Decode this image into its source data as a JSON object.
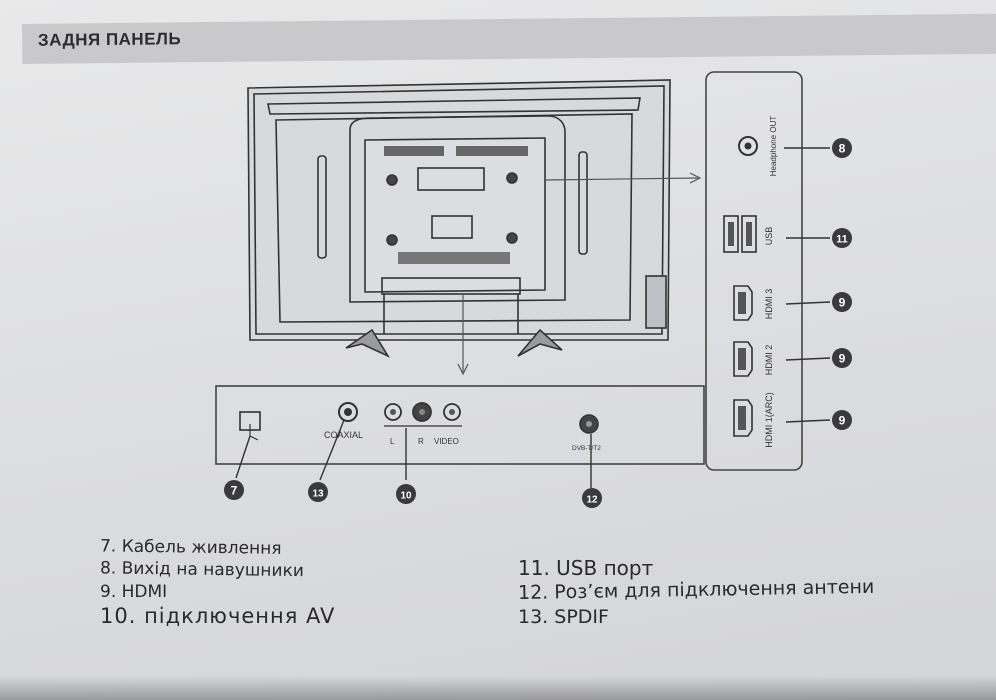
{
  "header": {
    "title": "ЗАДНЯ ПАНЕЛЬ"
  },
  "side_panel": {
    "headphone_label": "Headphone OUT",
    "usb_label": "USB",
    "hdmi3_label": "HDMI 3",
    "hdmi2_label": "HDMI 2",
    "hdmi1_label": "HDMI 1(ARC)",
    "markers": [
      "8",
      "11",
      "9",
      "9",
      "9"
    ]
  },
  "bottom_panel": {
    "coaxial_label": "COAXIAL",
    "l_label": "L",
    "r_label": "R",
    "video_label": "VIDEO",
    "antenna_label": "DVB-T/T2",
    "markers": [
      "7",
      "13",
      "10",
      "12"
    ]
  },
  "legend": {
    "left": [
      "7.  Кабель живлення",
      "8.  Вихід на навушники",
      "9.  HDMI",
      "10. підключення AV"
    ],
    "right": [
      "11.  USB порт",
      "12. Роз’єм для підключення антени",
      "13. SPDIF"
    ]
  }
}
